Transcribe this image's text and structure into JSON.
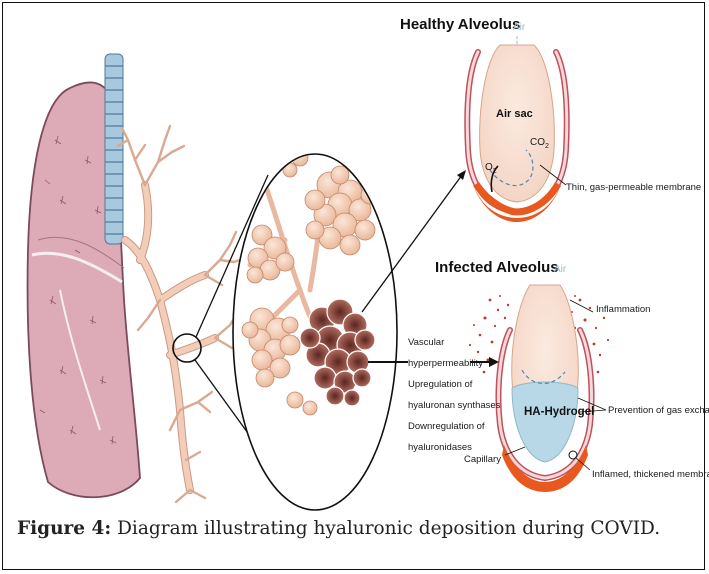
{
  "diagram": {
    "healthy": {
      "title": "Healthy Alveolus",
      "air": "Air",
      "air_sac": "Air sac",
      "o2": "O",
      "o2_sub": "2",
      "co2": "CO",
      "co2_sub": "2",
      "membrane": "Thin, gas-permeable membrane"
    },
    "infected": {
      "title": "Infected Alveolus",
      "air": "Air",
      "inflammation": "Inflammation",
      "hydrogel": "HA-Hydrogel",
      "prevention": "Prevention of gas exchange",
      "capillary": "Capillary",
      "thickened": "Inflamed, thickened membrane"
    },
    "mechanisms": [
      "Vascular",
      "hyperpermeability",
      "Upregulation of",
      "hyaluronan synthases",
      "Downregulation of",
      "hyaluronidases"
    ],
    "colors": {
      "lung": "#ddaab8",
      "bronchi": "#f3cdb8",
      "trachea": "#8fb5cf",
      "alveoli": "#f6d2bd",
      "infected_alveoli": "#a85a52",
      "membrane_healthy": "#e8581f",
      "hydrogel": "#b8d8e8",
      "inflammation": "#c0392b"
    }
  },
  "caption": {
    "label": "Figure 4:",
    "text": " Diagram illustrating hyaluronic deposition during COVID."
  }
}
